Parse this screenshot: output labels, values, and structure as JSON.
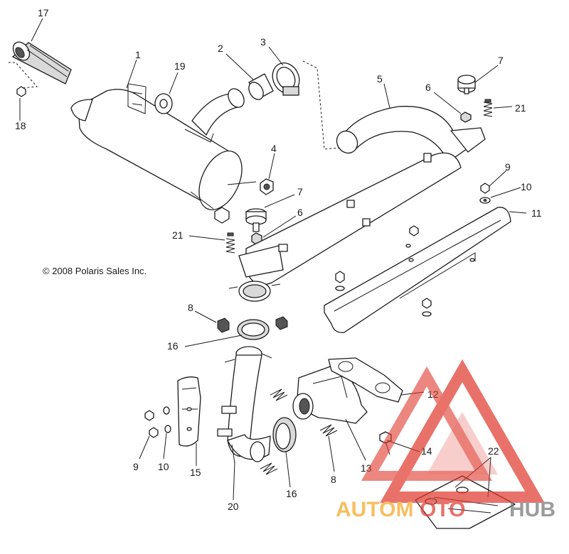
{
  "copyright": "© 2008 Polaris Sales Inc.",
  "callouts": [
    "17",
    "1",
    "19",
    "2",
    "3",
    "5",
    "7",
    "6",
    "21",
    "18",
    "4",
    "7",
    "6",
    "21",
    "9",
    "10",
    "11",
    "8",
    "16",
    "12",
    "9",
    "10",
    "15",
    "14",
    "13",
    "8",
    "16",
    "22",
    "20"
  ],
  "watermark": {
    "text_left": "AUTOM",
    "text_mid": "OTO",
    "text_right": "HUB",
    "color_red": "#e03c31",
    "color_orange": "#f5a623",
    "color_gray": "#777777"
  },
  "colors": {
    "line": "#1a1a1a",
    "shade": "#d9d9d9",
    "background": "#ffffff"
  }
}
